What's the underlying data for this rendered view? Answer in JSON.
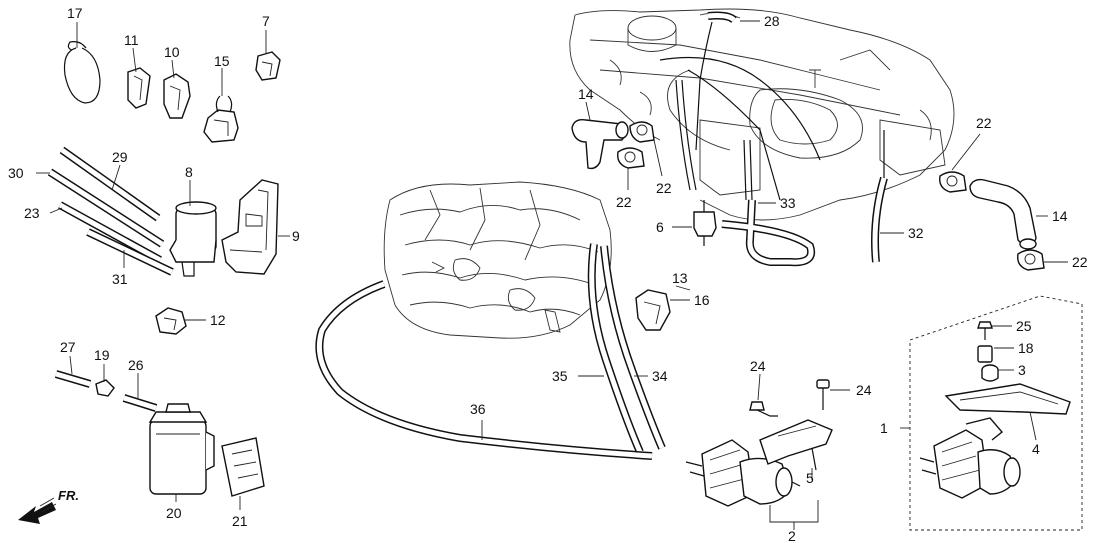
{
  "callouts": {
    "c1": "1",
    "c2": "2",
    "c3": "3",
    "c4": "4",
    "c5": "5",
    "c6": "6",
    "c7": "7",
    "c8": "8",
    "c9": "9",
    "c10": "10",
    "c11": "11",
    "c12": "12",
    "c13": "13",
    "c14a": "14",
    "c14b": "14",
    "c15": "15",
    "c16": "16",
    "c17": "17",
    "c18": "18",
    "c19": "19",
    "c20": "20",
    "c21": "21",
    "c22a": "22",
    "c22b": "22",
    "c22c": "22",
    "c22d": "22",
    "c23": "23",
    "c24a": "24",
    "c24b": "24",
    "c25": "25",
    "c26": "26",
    "c27": "27",
    "c28": "28",
    "c29": "29",
    "c30": "30",
    "c31": "31",
    "c32": "32",
    "c33": "33",
    "c34": "34",
    "c35": "35",
    "c36": "36"
  },
  "direction_indicator": {
    "label": "FR."
  }
}
